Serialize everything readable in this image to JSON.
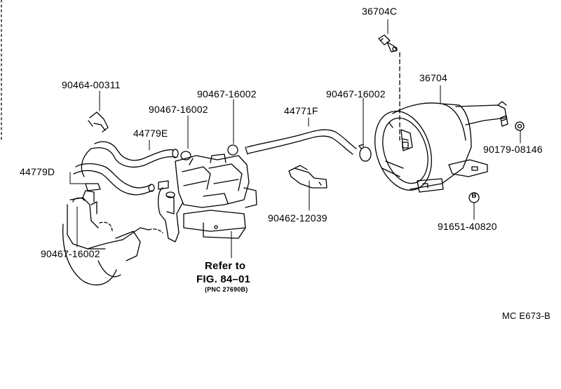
{
  "parts": {
    "p36704C": "36704C",
    "p36704": "36704",
    "p90464_00311": "90464-00311",
    "p90467_a": "90467-16002",
    "p90467_b": "90467-16002",
    "p90467_c": "90467-16002",
    "p90467_d": "90467-16002",
    "p44771F": "44771F",
    "p44779E": "44779E",
    "p44779D": "44779D",
    "p90179_08146": "90179-08146",
    "p90462_12039": "90462-12039",
    "p91651_40820": "91651-40820"
  },
  "callout_marker": "B",
  "refer": {
    "line1": "Refer to",
    "line2": "FIG. 84–01",
    "line3": "(PNC 27690B)"
  },
  "diagram_code": "MC E673-B"
}
